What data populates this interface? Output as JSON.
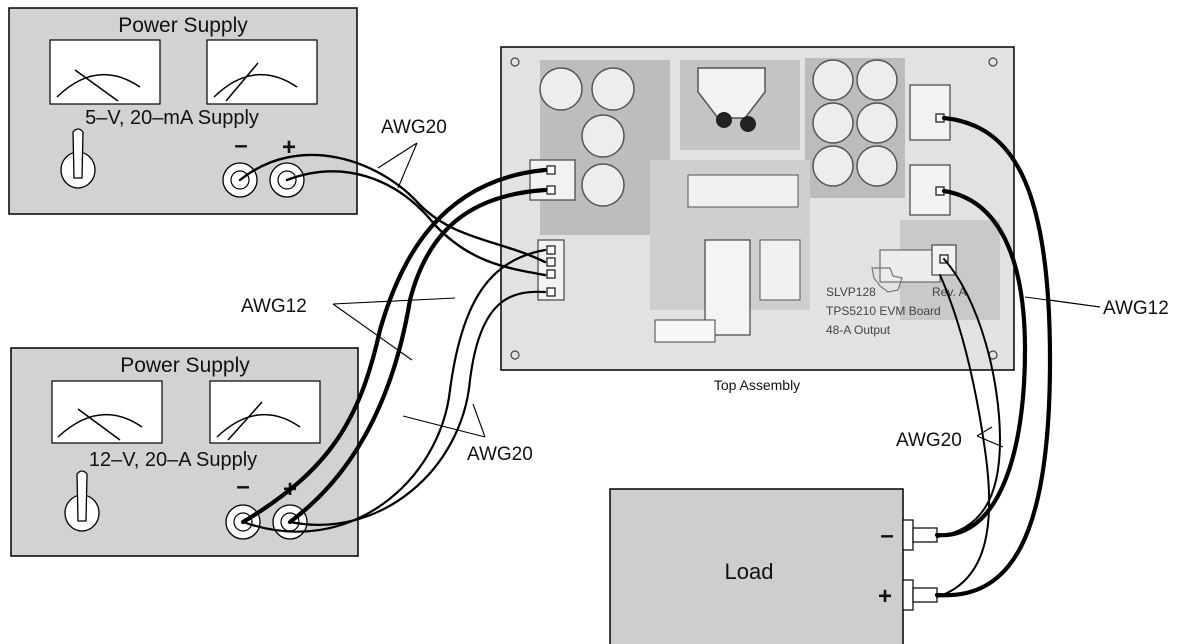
{
  "supplies": [
    {
      "title": "Power Supply",
      "caption": "5–V, 20–mA Supply",
      "neg": "–",
      "pos": "+"
    },
    {
      "title": "Power Supply",
      "caption": "12–V, 20–A Supply",
      "neg": "–",
      "pos": "+"
    }
  ],
  "board": {
    "caption": "Top Assembly",
    "silk_lines": [
      "SLVP128",
      "TPS5210 EVM Board",
      "48-A Output"
    ],
    "silk_rev": "Rev. A"
  },
  "load": {
    "label": "Load",
    "neg": "–",
    "pos": "+"
  },
  "wire_labels": {
    "awg20_top": "AWG20",
    "awg12_left": "AWG12",
    "awg20_bottom": "AWG20",
    "awg12_right": "AWG12",
    "awg20_right": "AWG20"
  },
  "colors": {
    "supply_fill": "#d2d2d2",
    "board_fill": "#e2e2e2",
    "load_fill": "#cecece",
    "wire": "#000000"
  }
}
